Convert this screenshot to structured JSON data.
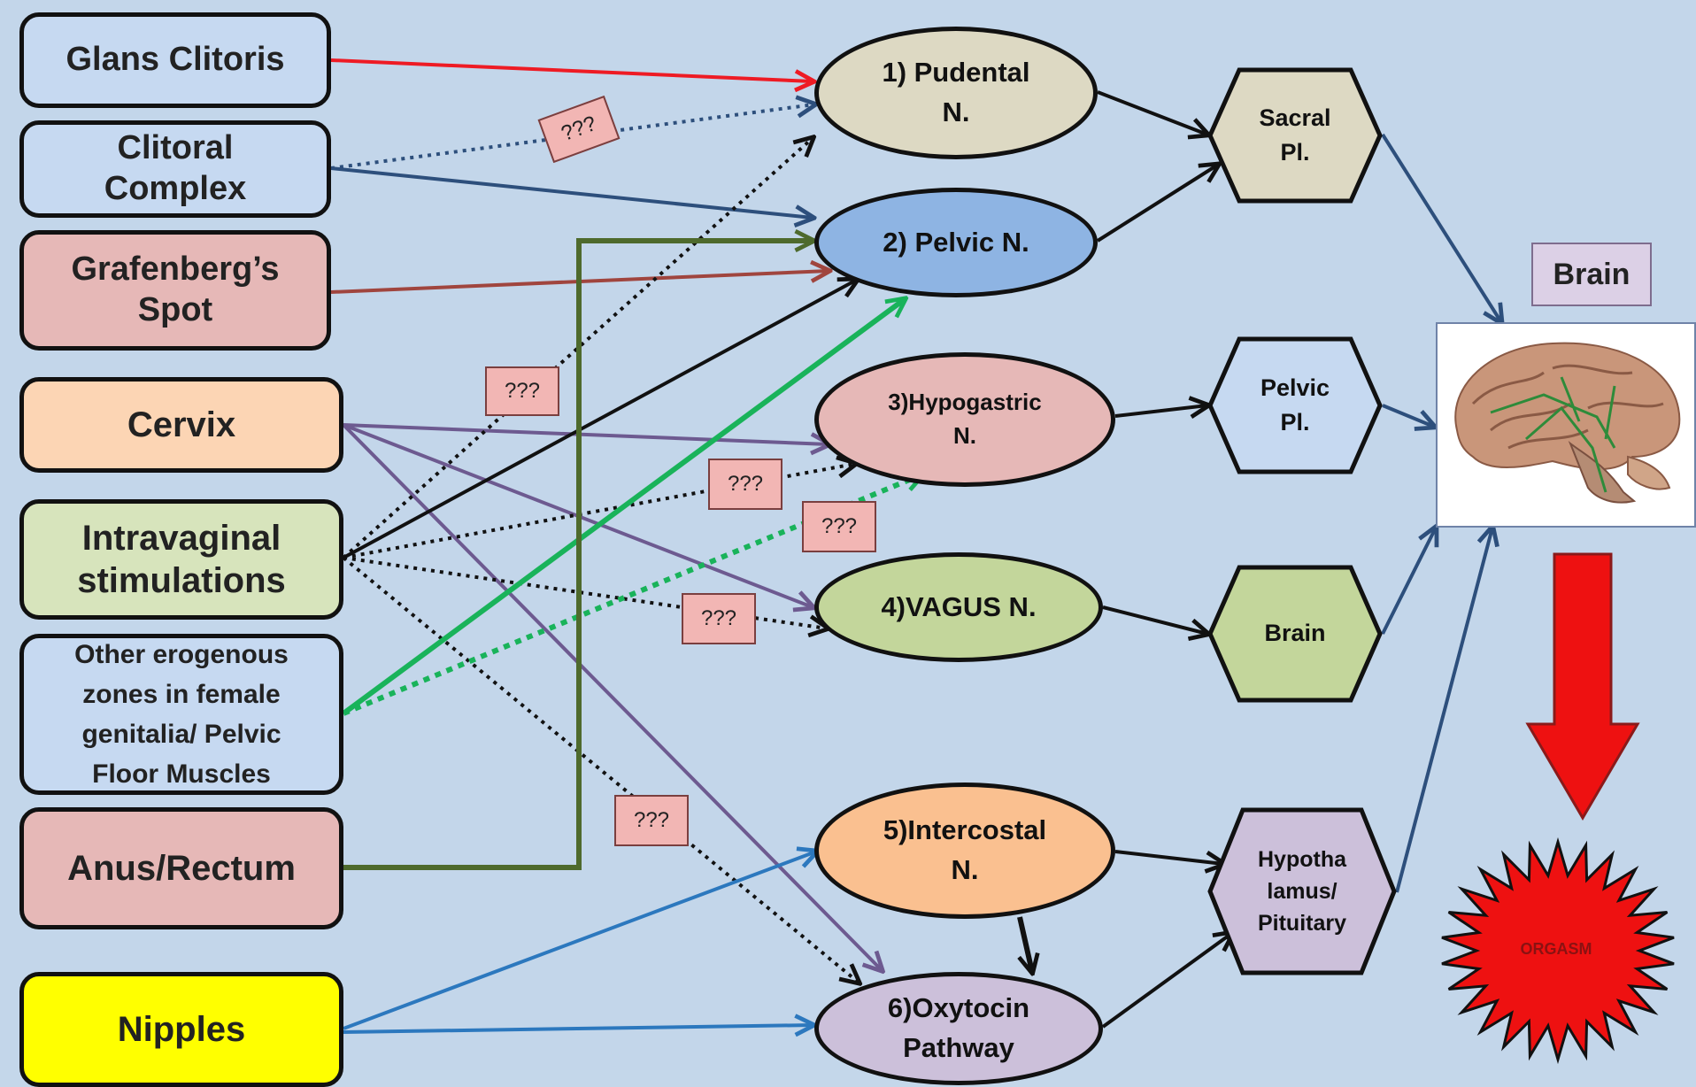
{
  "sources": {
    "glans": "Glans Clitoris",
    "clitoral_complex": "Clitoral\nComplex",
    "grafenberg": "Grafenberg’s\nSpot",
    "cervix": "Cervix",
    "intravaginal": "Intravaginal\nstimulations",
    "other": "Other erogenous\nzones in female\ngenitalia/ Pelvic\nFloor  Muscles",
    "anus": "Anus/Rectum",
    "nipples": "Nipples"
  },
  "unknown_label": "???",
  "nerves": {
    "pudental": "1) Pudental\nN.",
    "pelvic": "2) Pelvic N.",
    "hypogastric": "3)Hypogastric\nN.",
    "vagus": "4)VAGUS N.",
    "intercostal": "5)Intercostal\nN.",
    "oxytocin": "6)Oxytocin\nPathway"
  },
  "plexuses": {
    "sacral": "Sacral\nPl.",
    "pelvic": "Pelvic\nPl.",
    "brain": "Brain",
    "hypothalamus": "Hypotha\nlamus/\nPituitary"
  },
  "brain_label": "Brain",
  "orgasm_label": "ORGASM",
  "colors": {
    "background": "#c3d6ea",
    "red_arrow": "#ee1b24",
    "dark_blue_arrow": "#2d4f7c",
    "brown_arrow": "#a0453e",
    "olive_arrow": "#4e6a2d",
    "green_arrow": "#19b35a",
    "purple_arrow": "#6d5a90",
    "blue_arrow": "#2c78be",
    "orgasm_star": "#ee1111"
  }
}
